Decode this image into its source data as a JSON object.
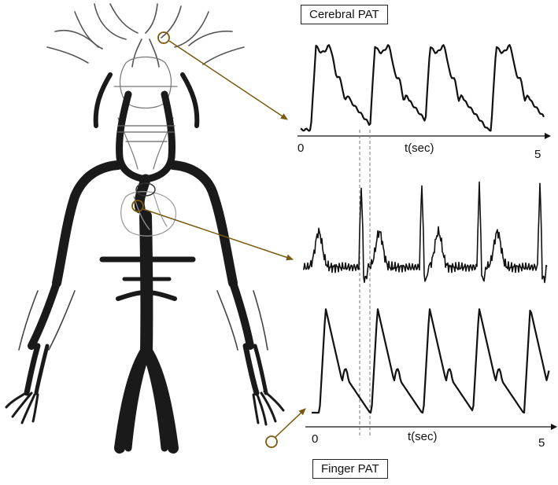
{
  "labels": {
    "cerebral": "Cerebral PAT",
    "finger": "Finger PAT"
  },
  "axes": {
    "top": {
      "start": "0",
      "unit": "t(sec)",
      "end": "5"
    },
    "bottom": {
      "start": "0",
      "unit": "t(sec)",
      "end": "5"
    }
  },
  "colors": {
    "arrow": "#7a5a10",
    "vessel": "#1a1a1a",
    "trace": "#111111",
    "guide": "#777777"
  },
  "icons": [
    "vascular-anatomy-illustration",
    "heart-icon",
    "arrow-pointer"
  ]
}
